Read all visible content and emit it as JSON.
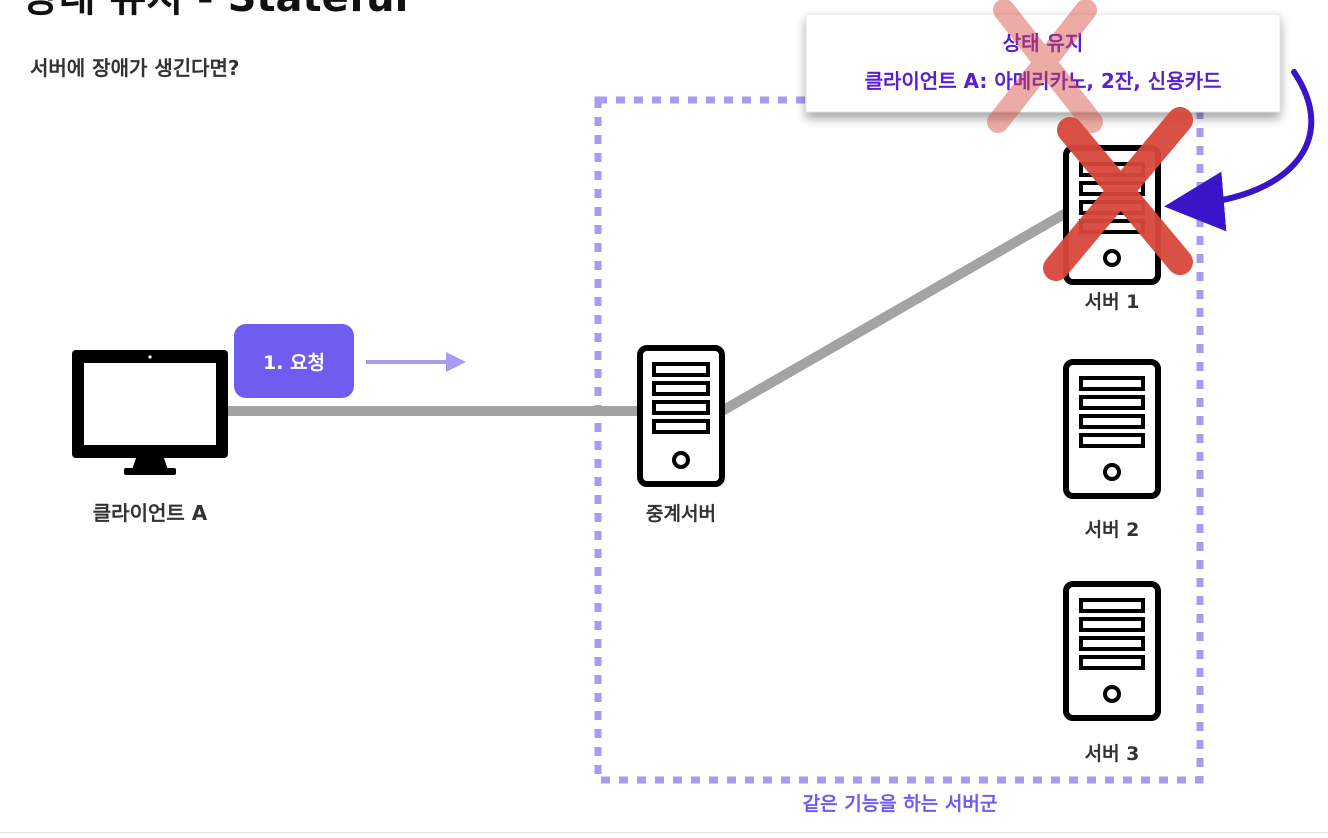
{
  "page": {
    "title": "상태 유지 - Stateful",
    "subtitle": "서버에 장애가 생긴다면?"
  },
  "diagram": {
    "client_label": "클라이언트 A",
    "request_label": "1. 요청",
    "relay_label": "중계서버",
    "servers": [
      {
        "label": "서버 1",
        "status": "failed"
      },
      {
        "label": "서버 2",
        "status": "ok"
      },
      {
        "label": "서버 3",
        "status": "ok"
      }
    ],
    "cluster_label": "같은 기능을 하는 서버군",
    "state_note": {
      "title": "상태 유지",
      "detail": "클라이언트 A: 아메리카노, 2잔, 신용카드"
    }
  },
  "colors": {
    "accent_purple": "#6f5cf0",
    "cluster_border": "#a99af2",
    "arrow_dark": "#3a14c8",
    "note_text": "#5a1fd1",
    "failure_red": "#d9473b",
    "connection_gray": "#a3a3a3"
  },
  "icons": [
    "monitor-icon",
    "server-icon",
    "failure-x-icon",
    "arrow-right-icon",
    "curved-arrow-icon"
  ]
}
